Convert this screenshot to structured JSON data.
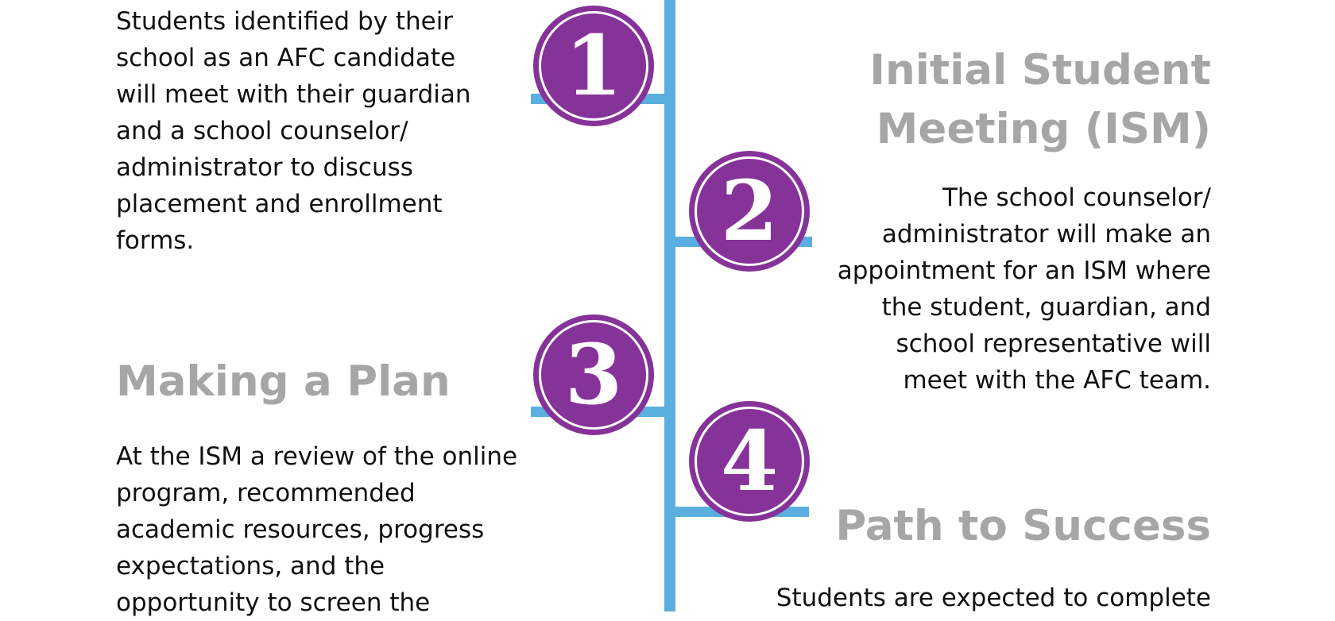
{
  "colors": {
    "spine": "#5aafe0",
    "badge": "#863399",
    "heading": "#a6a6a6",
    "text": "#111111"
  },
  "steps": [
    {
      "number": "1",
      "heading": "",
      "text_lines": [
        "Students identified by their",
        "school as an AFC candidate",
        "will meet with their guardian",
        "and a school counselor/",
        "administrator to discuss",
        "placement and enrollment",
        "forms."
      ]
    },
    {
      "number": "2",
      "heading_lines": [
        "Initial Student",
        "Meeting (ISM)"
      ],
      "text_lines": [
        "The school counselor/",
        "administrator will make an",
        "appointment for an ISM where",
        "the student, guardian, and",
        "school representative will",
        "meet with the AFC team."
      ]
    },
    {
      "number": "3",
      "heading": "Making a Plan",
      "text_lines": [
        "At the ISM a review of the online",
        "program, recommended",
        "academic resources, progress",
        "expectations, and the",
        "opportunity to screen the"
      ]
    },
    {
      "number": "4",
      "heading": "Path to Success",
      "text_lines": [
        "Students are expected to complete"
      ]
    }
  ]
}
